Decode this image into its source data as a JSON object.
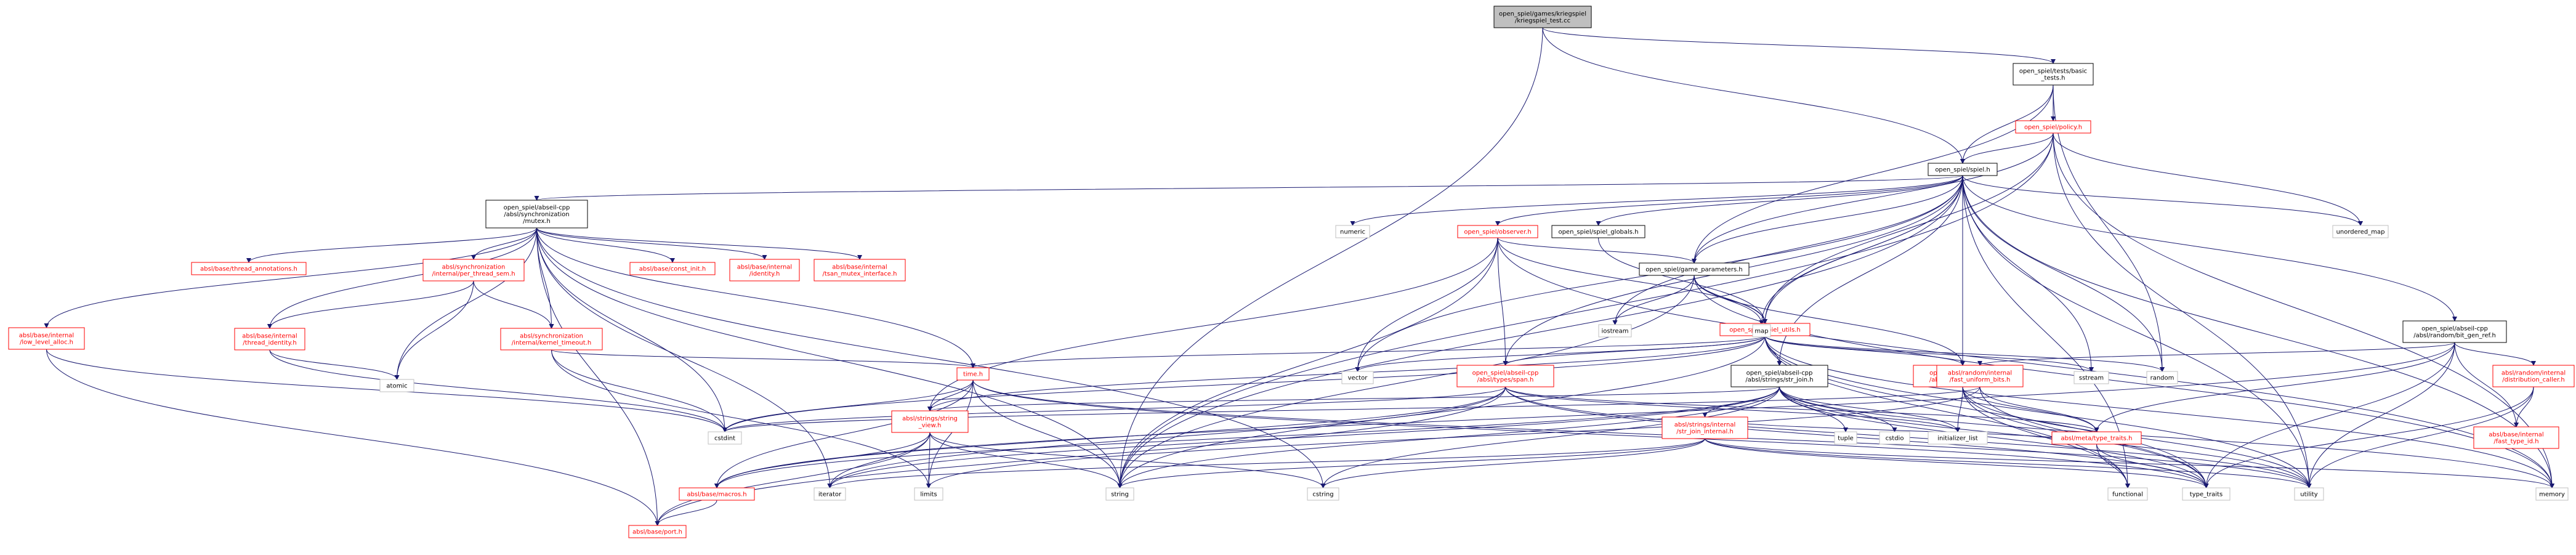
{
  "colors": {
    "root_fill": "#bfbfbf",
    "root_stroke": "#000000",
    "doc_stroke": "#000000",
    "red_stroke": "#ff0000",
    "sys_stroke": "#bfbfbf",
    "doc_text": "#000000",
    "red_text": "#ff0000",
    "sys_text": "#000000",
    "edge": "#191970"
  },
  "nodes": [
    {
      "id": "root",
      "kind": "root",
      "lines": [
        "open_spiel/games/kriegspiel",
        "/kriegspiel_test.cc"
      ]
    },
    {
      "id": "basic_tests",
      "kind": "doc",
      "lines": [
        "open_spiel/tests/basic",
        "_tests.h"
      ]
    },
    {
      "id": "policy",
      "kind": "red",
      "lines": [
        "open_spiel/policy.h"
      ]
    },
    {
      "id": "spiel",
      "kind": "doc",
      "lines": [
        "open_spiel/spiel.h"
      ]
    },
    {
      "id": "mutex",
      "kind": "doc",
      "lines": [
        "open_spiel/abseil-cpp",
        "/absl/synchronization",
        "/mutex.h"
      ]
    },
    {
      "id": "numeric",
      "kind": "sys",
      "lines": [
        "numeric"
      ]
    },
    {
      "id": "observer",
      "kind": "red",
      "lines": [
        "open_spiel/observer.h"
      ]
    },
    {
      "id": "spiel_globals",
      "kind": "doc",
      "lines": [
        "open_spiel/spiel_globals.h"
      ]
    },
    {
      "id": "game_parameters",
      "kind": "doc",
      "lines": [
        "open_spiel/game_parameters.h"
      ]
    },
    {
      "id": "unordered_map",
      "kind": "sys",
      "lines": [
        "unordered_map"
      ]
    },
    {
      "id": "thread_annotations",
      "kind": "red",
      "lines": [
        "absl/base/thread_annotations.h"
      ]
    },
    {
      "id": "per_thread_sem",
      "kind": "red",
      "lines": [
        "absl/synchronization",
        "/internal/per_thread_sem.h"
      ]
    },
    {
      "id": "const_init",
      "kind": "red",
      "lines": [
        "absl/base/const_init.h"
      ]
    },
    {
      "id": "identity",
      "kind": "red",
      "lines": [
        "absl/base/internal",
        "/identity.h"
      ]
    },
    {
      "id": "tsan_mutex",
      "kind": "red",
      "lines": [
        "absl/base/internal",
        "/tsan_mutex_interface.h"
      ]
    },
    {
      "id": "low_level_alloc",
      "kind": "red",
      "lines": [
        "absl/base/internal",
        "/low_level_alloc.h"
      ]
    },
    {
      "id": "thread_identity",
      "kind": "red",
      "lines": [
        "absl/base/internal",
        "/thread_identity.h"
      ]
    },
    {
      "id": "kernel_timeout",
      "kind": "red",
      "lines": [
        "absl/synchronization",
        "/internal/kernel_timeout.h"
      ]
    },
    {
      "id": "atomic",
      "kind": "sys",
      "lines": [
        "atomic"
      ]
    },
    {
      "id": "spiel_utils",
      "kind": "red",
      "lines": [
        "open_spiel/spiel_utils.h"
      ]
    },
    {
      "id": "iostream",
      "kind": "sys",
      "lines": [
        "iostream"
      ]
    },
    {
      "id": "map",
      "kind": "sys",
      "lines": [
        "map"
      ]
    },
    {
      "id": "bit_gen_ref",
      "kind": "doc",
      "lines": [
        "open_spiel/abseil-cpp",
        "/absl/random/bit_gen_ref.h"
      ]
    },
    {
      "id": "time",
      "kind": "red",
      "lines": [
        "time.h"
      ]
    },
    {
      "id": "span",
      "kind": "red",
      "lines": [
        "open_spiel/abseil-cpp",
        "/absl/types/span.h"
      ]
    },
    {
      "id": "str_join",
      "kind": "doc",
      "lines": [
        "open_spiel/abseil-cpp",
        "/absl/strings/str_join.h"
      ]
    },
    {
      "id": "vector",
      "kind": "sys",
      "lines": [
        "vector"
      ]
    },
    {
      "id": "optional",
      "kind": "red",
      "lines": [
        "open_spiel/abseil-cpp",
        "/absl/types/optional.h"
      ]
    },
    {
      "id": "sstream",
      "kind": "sys",
      "lines": [
        "sstream"
      ]
    },
    {
      "id": "random",
      "kind": "sys",
      "lines": [
        "random"
      ]
    },
    {
      "id": "fast_uniform_bits",
      "kind": "red",
      "lines": [
        "absl/random/internal",
        "/fast_uniform_bits.h"
      ]
    },
    {
      "id": "distribution_caller",
      "kind": "red",
      "lines": [
        "absl/random/internal",
        "/distribution_caller.h"
      ]
    },
    {
      "id": "cstdint",
      "kind": "sys",
      "lines": [
        "cstdint"
      ]
    },
    {
      "id": "string_view",
      "kind": "red",
      "lines": [
        "absl/strings/string",
        "_view.h"
      ]
    },
    {
      "id": "str_join_internal",
      "kind": "red",
      "lines": [
        "absl/strings/internal",
        "/str_join_internal.h"
      ]
    },
    {
      "id": "tuple",
      "kind": "sys",
      "lines": [
        "tuple"
      ]
    },
    {
      "id": "cstdio",
      "kind": "sys",
      "lines": [
        "cstdio"
      ]
    },
    {
      "id": "initializer_list",
      "kind": "sys",
      "lines": [
        "initializer_list"
      ]
    },
    {
      "id": "type_traits_meta",
      "kind": "red",
      "lines": [
        "absl/meta/type_traits.h"
      ]
    },
    {
      "id": "fast_type_id",
      "kind": "red",
      "lines": [
        "absl/base/internal",
        "/fast_type_id.h"
      ]
    },
    {
      "id": "macros",
      "kind": "red",
      "lines": [
        "absl/base/macros.h"
      ]
    },
    {
      "id": "iterator",
      "kind": "sys",
      "lines": [
        "iterator"
      ]
    },
    {
      "id": "limits",
      "kind": "sys",
      "lines": [
        "limits"
      ]
    },
    {
      "id": "string",
      "kind": "sys",
      "lines": [
        "string"
      ]
    },
    {
      "id": "cstring",
      "kind": "sys",
      "lines": [
        "cstring"
      ]
    },
    {
      "id": "functional",
      "kind": "sys",
      "lines": [
        "functional"
      ]
    },
    {
      "id": "type_traits",
      "kind": "sys",
      "lines": [
        "type_traits"
      ]
    },
    {
      "id": "utility",
      "kind": "sys",
      "lines": [
        "utility"
      ]
    },
    {
      "id": "memory",
      "kind": "sys",
      "lines": [
        "memory"
      ]
    },
    {
      "id": "port",
      "kind": "red",
      "lines": [
        "absl/base/port.h"
      ]
    }
  ],
  "edges": [
    [
      "root",
      "basic_tests"
    ],
    [
      "root",
      "spiel"
    ],
    [
      "root",
      "string"
    ],
    [
      "basic_tests",
      "spiel"
    ],
    [
      "basic_tests",
      "policy"
    ],
    [
      "basic_tests",
      "game_parameters"
    ],
    [
      "basic_tests",
      "random"
    ],
    [
      "policy",
      "spiel"
    ],
    [
      "policy",
      "game_parameters"
    ],
    [
      "policy",
      "spiel_utils"
    ],
    [
      "policy",
      "string"
    ],
    [
      "policy",
      "unordered_map"
    ],
    [
      "policy",
      "utility"
    ],
    [
      "policy",
      "memory"
    ],
    [
      "spiel",
      "mutex"
    ],
    [
      "spiel",
      "numeric"
    ],
    [
      "spiel",
      "observer"
    ],
    [
      "spiel",
      "spiel_globals"
    ],
    [
      "spiel",
      "game_parameters"
    ],
    [
      "spiel",
      "unordered_map"
    ],
    [
      "spiel",
      "spiel_utils"
    ],
    [
      "spiel",
      "iostream"
    ],
    [
      "spiel",
      "map"
    ],
    [
      "spiel",
      "bit_gen_ref"
    ],
    [
      "spiel",
      "span"
    ],
    [
      "spiel",
      "str_join"
    ],
    [
      "spiel",
      "optional"
    ],
    [
      "spiel",
      "sstream"
    ],
    [
      "spiel",
      "random"
    ],
    [
      "spiel",
      "vector"
    ],
    [
      "spiel",
      "string"
    ],
    [
      "spiel",
      "functional"
    ],
    [
      "spiel",
      "utility"
    ],
    [
      "spiel",
      "memory"
    ],
    [
      "mutex",
      "thread_annotations"
    ],
    [
      "mutex",
      "per_thread_sem"
    ],
    [
      "mutex",
      "const_init"
    ],
    [
      "mutex",
      "identity"
    ],
    [
      "mutex",
      "tsan_mutex"
    ],
    [
      "mutex",
      "low_level_alloc"
    ],
    [
      "mutex",
      "thread_identity"
    ],
    [
      "mutex",
      "kernel_timeout"
    ],
    [
      "mutex",
      "atomic"
    ],
    [
      "mutex",
      "cstdint"
    ],
    [
      "mutex",
      "time"
    ],
    [
      "mutex",
      "iterator"
    ],
    [
      "mutex",
      "string"
    ],
    [
      "mutex",
      "cstring"
    ],
    [
      "mutex",
      "port"
    ],
    [
      "observer",
      "game_parameters"
    ],
    [
      "observer",
      "spiel_utils"
    ],
    [
      "observer",
      "span"
    ],
    [
      "observer",
      "string_view"
    ],
    [
      "observer",
      "vector"
    ],
    [
      "observer",
      "string"
    ],
    [
      "observer",
      "memory"
    ],
    [
      "spiel_globals",
      "spiel_utils"
    ],
    [
      "game_parameters",
      "spiel_utils"
    ],
    [
      "game_parameters",
      "iostream"
    ],
    [
      "game_parameters",
      "map"
    ],
    [
      "game_parameters",
      "optional"
    ],
    [
      "game_parameters",
      "string"
    ],
    [
      "game_parameters",
      "memory"
    ],
    [
      "per_thread_sem",
      "thread_identity"
    ],
    [
      "per_thread_sem",
      "kernel_timeout"
    ],
    [
      "per_thread_sem",
      "atomic"
    ],
    [
      "low_level_alloc",
      "cstdint"
    ],
    [
      "low_level_alloc",
      "port"
    ],
    [
      "thread_identity",
      "atomic"
    ],
    [
      "thread_identity",
      "cstdint"
    ],
    [
      "kernel_timeout",
      "cstdint"
    ],
    [
      "kernel_timeout",
      "time"
    ],
    [
      "kernel_timeout",
      "limits"
    ],
    [
      "spiel_utils",
      "span"
    ],
    [
      "spiel_utils",
      "str_join"
    ],
    [
      "spiel_utils",
      "optional"
    ],
    [
      "spiel_utils",
      "vector"
    ],
    [
      "spiel_utils",
      "sstream"
    ],
    [
      "spiel_utils",
      "random"
    ],
    [
      "spiel_utils",
      "cstdint"
    ],
    [
      "spiel_utils",
      "time"
    ],
    [
      "spiel_utils",
      "string"
    ],
    [
      "spiel_utils",
      "utility"
    ],
    [
      "spiel_utils",
      "memory"
    ],
    [
      "spiel_utils",
      "type_traits"
    ],
    [
      "spiel_utils",
      "functional"
    ],
    [
      "spiel_utils",
      "string_view"
    ],
    [
      "bit_gen_ref",
      "fast_uniform_bits"
    ],
    [
      "bit_gen_ref",
      "distribution_caller"
    ],
    [
      "bit_gen_ref",
      "fast_type_id"
    ],
    [
      "bit_gen_ref",
      "type_traits_meta"
    ],
    [
      "bit_gen_ref",
      "type_traits"
    ],
    [
      "bit_gen_ref",
      "utility"
    ],
    [
      "bit_gen_ref",
      "macros"
    ],
    [
      "time",
      "cstdint"
    ],
    [
      "time",
      "string_view"
    ],
    [
      "time",
      "macros"
    ],
    [
      "time",
      "limits"
    ],
    [
      "time",
      "string"
    ],
    [
      "time",
      "utility"
    ],
    [
      "time",
      "type_traits"
    ],
    [
      "span",
      "cstdint"
    ],
    [
      "span",
      "initializer_list"
    ],
    [
      "span",
      "iterator"
    ],
    [
      "span",
      "macros"
    ],
    [
      "span",
      "type_traits_meta"
    ],
    [
      "span",
      "type_traits"
    ],
    [
      "span",
      "utility"
    ],
    [
      "span",
      "port"
    ],
    [
      "str_join",
      "str_join_internal"
    ],
    [
      "str_join",
      "string_view"
    ],
    [
      "str_join",
      "tuple"
    ],
    [
      "str_join",
      "cstdio"
    ],
    [
      "str_join",
      "initializer_list"
    ],
    [
      "str_join",
      "iterator"
    ],
    [
      "str_join",
      "cstring"
    ],
    [
      "str_join",
      "string"
    ],
    [
      "str_join",
      "type_traits"
    ],
    [
      "str_join",
      "utility"
    ],
    [
      "str_join",
      "memory"
    ],
    [
      "str_join",
      "macros"
    ],
    [
      "optional",
      "type_traits_meta"
    ],
    [
      "optional",
      "initializer_list"
    ],
    [
      "optional",
      "type_traits"
    ],
    [
      "optional",
      "utility"
    ],
    [
      "optional",
      "functional"
    ],
    [
      "fast_uniform_bits",
      "type_traits_meta"
    ],
    [
      "fast_uniform_bits",
      "cstdint"
    ],
    [
      "fast_uniform_bits",
      "limits"
    ],
    [
      "fast_uniform_bits",
      "type_traits"
    ],
    [
      "distribution_caller",
      "fast_type_id"
    ],
    [
      "distribution_caller",
      "utility"
    ],
    [
      "distribution_caller",
      "type_traits"
    ],
    [
      "string_view",
      "macros"
    ],
    [
      "string_view",
      "iterator"
    ],
    [
      "string_view",
      "limits"
    ],
    [
      "string_view",
      "string"
    ],
    [
      "string_view",
      "cstring"
    ],
    [
      "string_view",
      "port"
    ],
    [
      "str_join_internal",
      "type_traits_meta"
    ],
    [
      "str_join_internal",
      "iterator"
    ],
    [
      "str_join_internal",
      "string"
    ],
    [
      "str_join_internal",
      "cstring"
    ],
    [
      "str_join_internal",
      "type_traits"
    ],
    [
      "str_join_internal",
      "utility"
    ],
    [
      "str_join_internal",
      "memory"
    ],
    [
      "type_traits_meta",
      "functional"
    ],
    [
      "type_traits_meta",
      "type_traits"
    ],
    [
      "macros",
      "port"
    ]
  ]
}
